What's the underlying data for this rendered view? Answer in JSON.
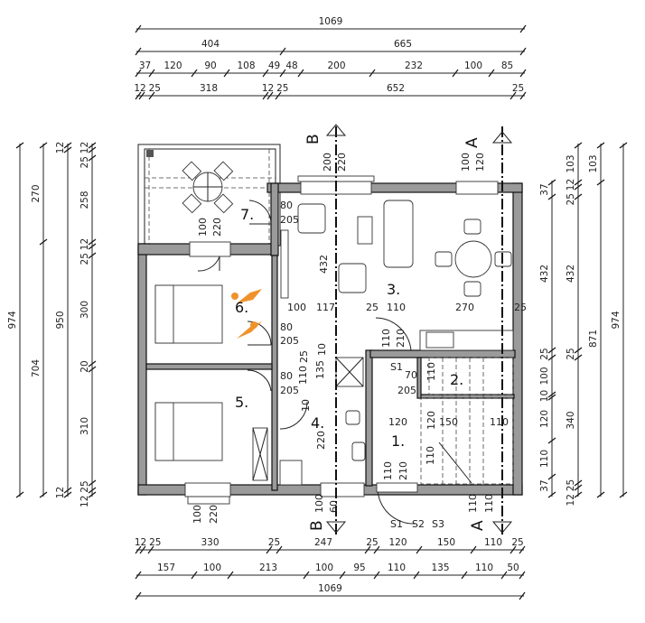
{
  "title": "Floor plan",
  "dimensions": {
    "top": [
      [
        "1069"
      ],
      [
        "404",
        "665"
      ],
      [
        "37",
        "120",
        "90",
        "108",
        "49",
        "48",
        "200",
        "232",
        "100",
        "85"
      ],
      [
        "12",
        "25",
        "318",
        "12",
        "25",
        "652",
        "25"
      ]
    ],
    "bottom": [
      [
        "12",
        "25",
        "330",
        "25",
        "247",
        "25",
        "120",
        "150",
        "110",
        "25"
      ],
      [
        "157",
        "100",
        "213",
        "100",
        "95",
        "110",
        "135",
        "110",
        "50"
      ],
      [
        "1069"
      ]
    ],
    "left": [
      [
        "974"
      ],
      [
        "270",
        "704"
      ],
      [
        "12",
        "950",
        "12"
      ],
      [
        "12",
        "25",
        "258",
        "12",
        "25",
        "300",
        "20",
        "310",
        "25",
        "12"
      ]
    ],
    "right": [
      [
        "37",
        "432",
        "25",
        "100",
        "10",
        "120",
        "110",
        "37"
      ],
      [
        "103",
        "12",
        "25",
        "432",
        "25",
        "340",
        "25",
        "12"
      ],
      [
        "103",
        "871"
      ],
      [
        "974"
      ]
    ]
  },
  "rooms": [
    "7.",
    "6.",
    "3.",
    "5.",
    "4.",
    "2.",
    "1."
  ],
  "sections": {
    "top_b": "B",
    "top_a": "A",
    "bottom_b": "B",
    "bottom_a": "A"
  },
  "annotations": [
    "200",
    "220",
    "100",
    "120",
    "80",
    "205",
    "100",
    "220",
    "432",
    "100",
    "117",
    "25",
    "110",
    "270",
    "25",
    "80",
    "205",
    "110",
    "210",
    "25",
    "10",
    "80",
    "205",
    "110",
    "135",
    "10",
    "220",
    "S1",
    "70",
    "205",
    "110",
    "120",
    "120",
    "150",
    "110",
    "110",
    "110",
    "210",
    "S1",
    "S2",
    "S3",
    "100",
    "60",
    "110",
    "110",
    "100",
    "220"
  ],
  "colors": {
    "logo": "#f0922b",
    "wall": "#9a9a9a"
  }
}
